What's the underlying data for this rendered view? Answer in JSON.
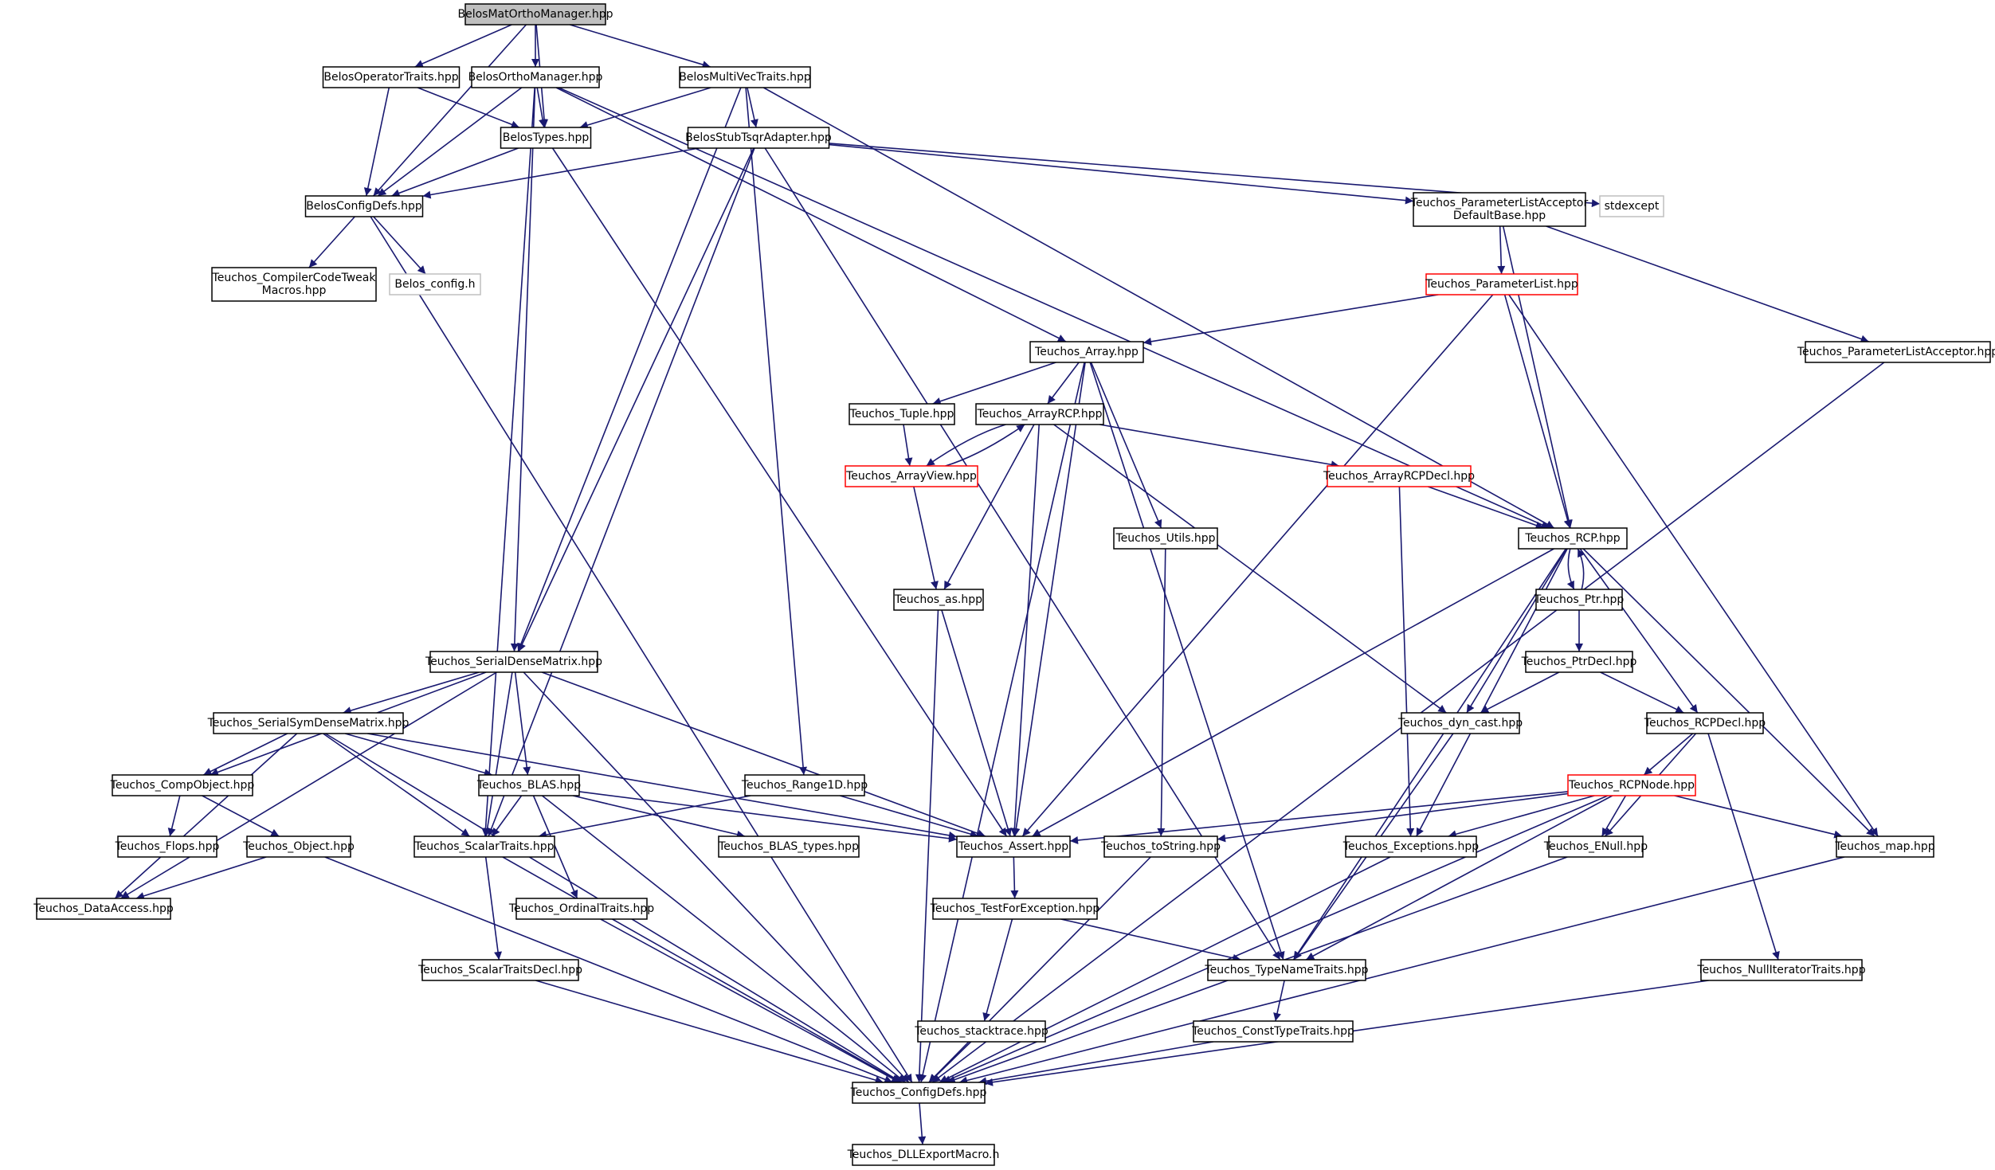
{
  "colors": {
    "edge": "#191970",
    "node_border": "#000000",
    "node_fill": "#ffffff",
    "root_fill": "#bfbfbf",
    "truncated_border": "#ff0000",
    "external_border": "#bfbfbf"
  },
  "nodes": [
    {
      "id": "n1",
      "label": "BelosMatOrthoManager.hpp",
      "kind": "root"
    },
    {
      "id": "n2",
      "label": "BelosOperatorTraits.hpp",
      "kind": "normal"
    },
    {
      "id": "n3",
      "label": "BelosOrthoManager.hpp",
      "kind": "normal"
    },
    {
      "id": "n4",
      "label": "BelosMultiVecTraits.hpp",
      "kind": "normal"
    },
    {
      "id": "n5",
      "label": "BelosTypes.hpp",
      "kind": "normal"
    },
    {
      "id": "n6",
      "label": "BelosStubTsqrAdapter.hpp",
      "kind": "normal"
    },
    {
      "id": "n7",
      "label": "BelosConfigDefs.hpp",
      "kind": "normal"
    },
    {
      "id": "n8",
      "label": "stdexcept",
      "kind": "external"
    },
    {
      "id": "n9",
      "label": [
        "Teuchos_ParameterListAcceptor",
        "DefaultBase.hpp"
      ],
      "kind": "normal"
    },
    {
      "id": "n10",
      "label": [
        "Teuchos_CompilerCodeTweak",
        "Macros.hpp"
      ],
      "kind": "normal"
    },
    {
      "id": "n11",
      "label": "Belos_config.h",
      "kind": "external"
    },
    {
      "id": "n12",
      "label": "Teuchos_ParameterList.hpp",
      "kind": "truncated"
    },
    {
      "id": "n13",
      "label": "Teuchos_Array.hpp",
      "kind": "normal"
    },
    {
      "id": "n14",
      "label": "Teuchos_ParameterListAcceptor.hpp",
      "kind": "normal"
    },
    {
      "id": "n15",
      "label": "Teuchos_Tuple.hpp",
      "kind": "normal"
    },
    {
      "id": "n16",
      "label": "Teuchos_ArrayRCP.hpp",
      "kind": "normal"
    },
    {
      "id": "n17",
      "label": "Teuchos_ArrayView.hpp",
      "kind": "truncated"
    },
    {
      "id": "n18",
      "label": "Teuchos_ArrayRCPDecl.hpp",
      "kind": "truncated"
    },
    {
      "id": "n19",
      "label": "Teuchos_Utils.hpp",
      "kind": "normal"
    },
    {
      "id": "n20",
      "label": "Teuchos_RCP.hpp",
      "kind": "normal"
    },
    {
      "id": "n21",
      "label": "Teuchos_as.hpp",
      "kind": "normal"
    },
    {
      "id": "n22",
      "label": "Teuchos_Ptr.hpp",
      "kind": "normal"
    },
    {
      "id": "n23",
      "label": "Teuchos_SerialDenseMatrix.hpp",
      "kind": "normal"
    },
    {
      "id": "n24",
      "label": "Teuchos_PtrDecl.hpp",
      "kind": "normal"
    },
    {
      "id": "n25",
      "label": "Teuchos_SerialSymDenseMatrix.hpp",
      "kind": "normal"
    },
    {
      "id": "n26",
      "label": "Teuchos_dyn_cast.hpp",
      "kind": "normal"
    },
    {
      "id": "n27",
      "label": "Teuchos_RCPDecl.hpp",
      "kind": "normal"
    },
    {
      "id": "n28",
      "label": "Teuchos_CompObject.hpp",
      "kind": "normal"
    },
    {
      "id": "n29",
      "label": "Teuchos_BLAS.hpp",
      "kind": "normal"
    },
    {
      "id": "n30",
      "label": "Teuchos_Range1D.hpp",
      "kind": "normal"
    },
    {
      "id": "n31",
      "label": "Teuchos_RCPNode.hpp",
      "kind": "truncated"
    },
    {
      "id": "n32",
      "label": "Teuchos_Flops.hpp",
      "kind": "normal"
    },
    {
      "id": "n33",
      "label": "Teuchos_Object.hpp",
      "kind": "normal"
    },
    {
      "id": "n34",
      "label": "Teuchos_ScalarTraits.hpp",
      "kind": "normal"
    },
    {
      "id": "n35",
      "label": "Teuchos_BLAS_types.hpp",
      "kind": "normal"
    },
    {
      "id": "n36",
      "label": "Teuchos_Assert.hpp",
      "kind": "normal"
    },
    {
      "id": "n37",
      "label": "Teuchos_toString.hpp",
      "kind": "normal"
    },
    {
      "id": "n38",
      "label": "Teuchos_Exceptions.hpp",
      "kind": "normal"
    },
    {
      "id": "n39",
      "label": "Teuchos_ENull.hpp",
      "kind": "normal"
    },
    {
      "id": "n40",
      "label": "Teuchos_map.hpp",
      "kind": "normal"
    },
    {
      "id": "n41",
      "label": "Teuchos_DataAccess.hpp",
      "kind": "normal"
    },
    {
      "id": "n42",
      "label": "Teuchos_OrdinalTraits.hpp",
      "kind": "normal"
    },
    {
      "id": "n43",
      "label": "Teuchos_TestForException.hpp",
      "kind": "normal"
    },
    {
      "id": "n44",
      "label": "Teuchos_ScalarTraitsDecl.hpp",
      "kind": "normal"
    },
    {
      "id": "n45",
      "label": "Teuchos_TypeNameTraits.hpp",
      "kind": "normal"
    },
    {
      "id": "n46",
      "label": "Teuchos_NullIteratorTraits.hpp",
      "kind": "normal"
    },
    {
      "id": "n47",
      "label": "Teuchos_stacktrace.hpp",
      "kind": "normal"
    },
    {
      "id": "n48",
      "label": "Teuchos_ConstTypeTraits.hpp",
      "kind": "normal"
    },
    {
      "id": "n49",
      "label": "Teuchos_ConfigDefs.hpp",
      "kind": "normal"
    },
    {
      "id": "n50",
      "label": "Teuchos_DLLExportMacro.h",
      "kind": "normal"
    }
  ],
  "edges": [
    [
      "n1",
      "n2"
    ],
    [
      "n1",
      "n3"
    ],
    [
      "n1",
      "n4"
    ],
    [
      "n1",
      "n5"
    ],
    [
      "n1",
      "n7"
    ],
    [
      "n2",
      "n5"
    ],
    [
      "n2",
      "n7"
    ],
    [
      "n3",
      "n5"
    ],
    [
      "n3",
      "n7"
    ],
    [
      "n3",
      "n13"
    ],
    [
      "n3",
      "n20"
    ],
    [
      "n3",
      "n23"
    ],
    [
      "n3",
      "n34"
    ],
    [
      "n4",
      "n5"
    ],
    [
      "n4",
      "n6"
    ],
    [
      "n4",
      "n20"
    ],
    [
      "n4",
      "n23"
    ],
    [
      "n4",
      "n30"
    ],
    [
      "n5",
      "n7"
    ],
    [
      "n5",
      "n36"
    ],
    [
      "n6",
      "n7"
    ],
    [
      "n6",
      "n8"
    ],
    [
      "n6",
      "n9"
    ],
    [
      "n6",
      "n23"
    ],
    [
      "n6",
      "n34"
    ],
    [
      "n6",
      "n45"
    ],
    [
      "n7",
      "n10"
    ],
    [
      "n7",
      "n11"
    ],
    [
      "n7",
      "n49"
    ],
    [
      "n9",
      "n12"
    ],
    [
      "n9",
      "n14"
    ],
    [
      "n9",
      "n20"
    ],
    [
      "n12",
      "n13"
    ],
    [
      "n12",
      "n20"
    ],
    [
      "n12",
      "n36"
    ],
    [
      "n12",
      "n40"
    ],
    [
      "n13",
      "n15"
    ],
    [
      "n13",
      "n16"
    ],
    [
      "n13",
      "n19"
    ],
    [
      "n13",
      "n36"
    ],
    [
      "n13",
      "n45"
    ],
    [
      "n13",
      "n49"
    ],
    [
      "n14",
      "n49"
    ],
    [
      "n15",
      "n17"
    ],
    [
      "n16",
      "n17"
    ],
    [
      "n16",
      "n18"
    ],
    [
      "n16",
      "n21"
    ],
    [
      "n16",
      "n26"
    ],
    [
      "n16",
      "n36"
    ],
    [
      "n17",
      "n16"
    ],
    [
      "n17",
      "n21"
    ],
    [
      "n18",
      "n20"
    ],
    [
      "n18",
      "n38"
    ],
    [
      "n19",
      "n37"
    ],
    [
      "n20",
      "n22"
    ],
    [
      "n20",
      "n26"
    ],
    [
      "n20",
      "n27"
    ],
    [
      "n20",
      "n36"
    ],
    [
      "n20",
      "n38"
    ],
    [
      "n20",
      "n40"
    ],
    [
      "n20",
      "n45"
    ],
    [
      "n21",
      "n36"
    ],
    [
      "n21",
      "n49"
    ],
    [
      "n22",
      "n20"
    ],
    [
      "n22",
      "n24"
    ],
    [
      "n23",
      "n25"
    ],
    [
      "n23",
      "n28"
    ],
    [
      "n23",
      "n29"
    ],
    [
      "n23",
      "n34"
    ],
    [
      "n23",
      "n36"
    ],
    [
      "n23",
      "n41"
    ],
    [
      "n23",
      "n49"
    ],
    [
      "n24",
      "n26"
    ],
    [
      "n24",
      "n27"
    ],
    [
      "n25",
      "n28"
    ],
    [
      "n25",
      "n29"
    ],
    [
      "n25",
      "n34"
    ],
    [
      "n25",
      "n36"
    ],
    [
      "n25",
      "n41"
    ],
    [
      "n25",
      "n49"
    ],
    [
      "n26",
      "n45"
    ],
    [
      "n27",
      "n31"
    ],
    [
      "n27",
      "n39"
    ],
    [
      "n27",
      "n46"
    ],
    [
      "n28",
      "n32"
    ],
    [
      "n28",
      "n33"
    ],
    [
      "n29",
      "n34"
    ],
    [
      "n29",
      "n35"
    ],
    [
      "n29",
      "n36"
    ],
    [
      "n29",
      "n42"
    ],
    [
      "n29",
      "n49"
    ],
    [
      "n30",
      "n34"
    ],
    [
      "n30",
      "n36"
    ],
    [
      "n31",
      "n36"
    ],
    [
      "n31",
      "n37"
    ],
    [
      "n31",
      "n38"
    ],
    [
      "n31",
      "n39"
    ],
    [
      "n31",
      "n40"
    ],
    [
      "n31",
      "n45"
    ],
    [
      "n31",
      "n49"
    ],
    [
      "n33",
      "n41"
    ],
    [
      "n33",
      "n49"
    ],
    [
      "n34",
      "n44"
    ],
    [
      "n34",
      "n49"
    ],
    [
      "n36",
      "n43"
    ],
    [
      "n37",
      "n49"
    ],
    [
      "n38",
      "n49"
    ],
    [
      "n39",
      "n49"
    ],
    [
      "n40",
      "n49"
    ],
    [
      "n42",
      "n49"
    ],
    [
      "n43",
      "n45"
    ],
    [
      "n43",
      "n47"
    ],
    [
      "n44",
      "n49"
    ],
    [
      "n45",
      "n48"
    ],
    [
      "n46",
      "n49"
    ],
    [
      "n47",
      "n49"
    ],
    [
      "n48",
      "n49"
    ],
    [
      "n49",
      "n50"
    ]
  ]
}
